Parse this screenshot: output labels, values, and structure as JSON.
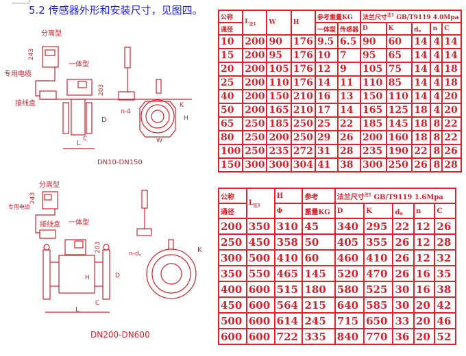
{
  "heading": "5.2  传感器外形和安装尺寸，见图四。",
  "drawing_top": {
    "separate_type": "分离型",
    "integrated_type": "一体型",
    "cable": "专用电缆",
    "junction_box": "接线盒",
    "dim_243": "243",
    "dim_203": "203",
    "label_D": "D",
    "label_L": "L",
    "label_C": "C",
    "label_nd": "n-d",
    "label_K": "K",
    "label_H": "H",
    "label_W": "W",
    "caption": "DN10-DN150"
  },
  "drawing_bottom": {
    "separate_type": "分离型",
    "integrated_type": "一体型",
    "cable": "专用电缆",
    "junction_box": "接线盒",
    "dim_243": "243",
    "dim_203": "203",
    "label_D": "D",
    "label_L": "L",
    "label_C": "C",
    "label_nd": "n-d。",
    "label_K": "K",
    "label_H": "H",
    "caption": "DN200-DN600"
  },
  "table_top": {
    "h_dn1": "公称",
    "h_dn2": "通径",
    "h_L": "L",
    "h_L_note": "注1",
    "h_W": "W",
    "h_H": "H",
    "h_weight": "参考重量KG",
    "h_integrated": "一体型",
    "h_sensor": "传感器",
    "h_flange": "法兰尺寸",
    "h_flange_note": "注1",
    "h_flange_std": "GB/T9119  4.0Mpa",
    "h_D": "D",
    "h_K": "K",
    "h_d0": "d。",
    "h_n": "n",
    "h_C": "C",
    "rows": [
      [
        "10",
        "200",
        "90",
        "176",
        "9.5",
        "6.5",
        "90",
        "60",
        "14",
        "4",
        "14"
      ],
      [
        "15",
        "200",
        "95",
        "176",
        "10",
        "7",
        "95",
        "65",
        "14",
        "4",
        "14"
      ],
      [
        "20",
        "200",
        "105",
        "176",
        "12",
        "9",
        "105",
        "75",
        "14",
        "4",
        "18"
      ],
      [
        "25",
        "200",
        "110",
        "176",
        "14",
        "11",
        "110",
        "85",
        "14",
        "4",
        "18"
      ],
      [
        "40",
        "200",
        "150",
        "210",
        "16",
        "13",
        "150",
        "110",
        "14",
        "4",
        "20"
      ],
      [
        "50",
        "200",
        "165",
        "210",
        "17",
        "14",
        "165",
        "125",
        "18",
        "4",
        "20"
      ],
      [
        "65",
        "250",
        "185",
        "250",
        "25",
        "22",
        "185",
        "145",
        "18",
        "8",
        "22"
      ],
      [
        "80",
        "250",
        "200",
        "250",
        "29",
        "26",
        "200",
        "160",
        "18",
        "8",
        "22"
      ],
      [
        "100",
        "250",
        "235",
        "272",
        "31",
        "28",
        "235",
        "190",
        "22",
        "8",
        "26"
      ],
      [
        "150",
        "300",
        "300",
        "304",
        "41",
        "38",
        "300",
        "250",
        "26",
        "8",
        "28"
      ]
    ]
  },
  "table_bottom": {
    "h_dn1": "公称",
    "h_dn2": "通径",
    "h_L": "L",
    "h_L_note": "注1",
    "h_H": "H",
    "h_H_sym": "Φ",
    "h_weight1": "参考",
    "h_weight2": "重量KG",
    "h_flange": "法兰尺寸",
    "h_flange_note": "注1",
    "h_flange_std": "GB/T9119  1.6Mpa",
    "h_D": "D",
    "h_K": "K",
    "h_d0": "d。",
    "h_n": "n",
    "h_C": "C",
    "rows": [
      [
        "200",
        "350",
        "310",
        "45",
        "340",
        "295",
        "22",
        "12",
        "26"
      ],
      [
        "250",
        "450",
        "358",
        "50",
        "405",
        "355",
        "26",
        "12",
        "28"
      ],
      [
        "300",
        "500",
        "410",
        "60",
        "460",
        "410",
        "26",
        "12",
        "32"
      ],
      [
        "350",
        "550",
        "465",
        "145",
        "520",
        "470",
        "26",
        "16",
        "35"
      ],
      [
        "400",
        "600",
        "515",
        "180",
        "580",
        "525",
        "30",
        "16",
        "38"
      ],
      [
        "450",
        "600",
        "564",
        "215",
        "640",
        "585",
        "30",
        "20",
        "42"
      ],
      [
        "500",
        "600",
        "614",
        "245",
        "715",
        "650",
        "33",
        "20",
        "46"
      ],
      [
        "600",
        "600",
        "722",
        "335",
        "840",
        "770",
        "36",
        "20",
        "52"
      ]
    ]
  }
}
